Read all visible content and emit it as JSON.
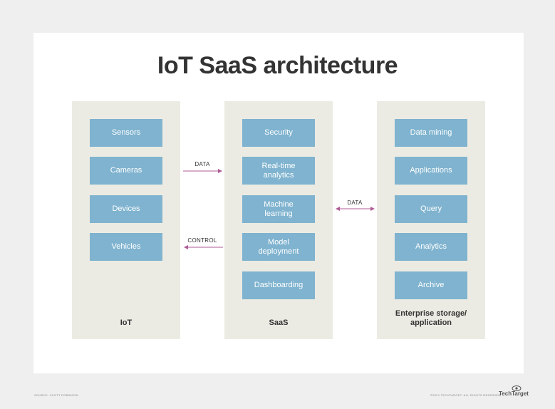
{
  "title": "IoT SaaS architecture",
  "columns": {
    "iot": {
      "label": "IoT",
      "items": [
        "Sensors",
        "Cameras",
        "Devices",
        "Vehicles"
      ]
    },
    "saas": {
      "label": "SaaS",
      "items": [
        "Security",
        "Real-time\nanalytics",
        "Machine\nlearning",
        "Model\ndeployment",
        "Dashboarding"
      ]
    },
    "enterprise": {
      "label": "Enterprise storage/\napplication",
      "items": [
        "Data mining",
        "Applications",
        "Query",
        "Analytics",
        "Archive"
      ]
    }
  },
  "arrows": {
    "iot_to_saas": "DATA",
    "saas_to_iot": "CONTROL",
    "saas_enterprise": "DATA"
  },
  "colors": {
    "box": "#7fb3cf",
    "column": "#ecebe3",
    "arrow": "#b05a94"
  },
  "footer": {
    "source": "SOURCE: SCOTT ROBINSON",
    "copyright": "©2021 TECHTARGET. ALL RIGHTS RESERVED",
    "logo": "TechTarget"
  }
}
